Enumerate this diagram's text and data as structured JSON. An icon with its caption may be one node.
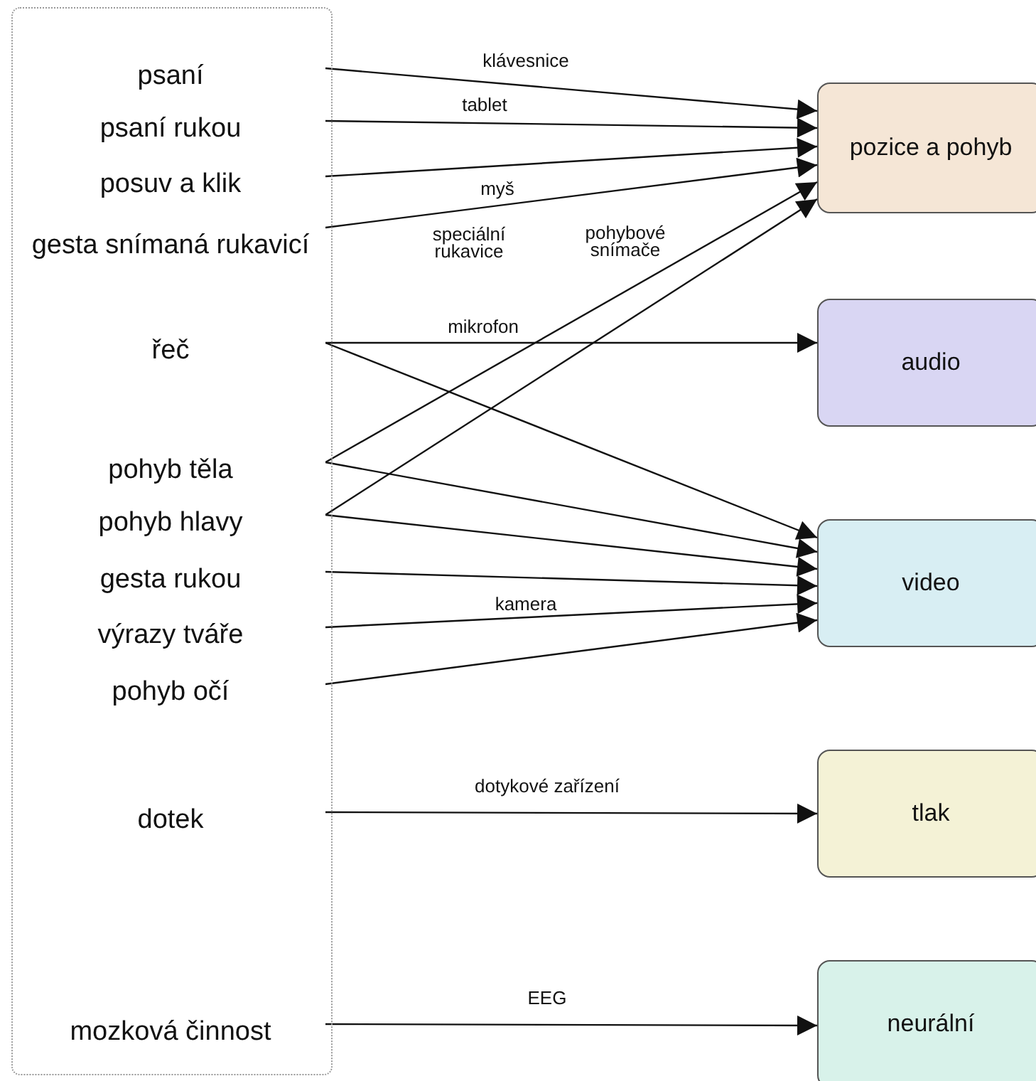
{
  "diagram": {
    "nodes": [
      {
        "text": [],
        "shape": "box"
      },
      {
        "text": [
          "psaní"
        ],
        "in": 0
      },
      {
        "text": [
          "psaní rukou"
        ],
        "in": 0
      },
      {
        "text": [
          "posuv a klik"
        ],
        "in": 0
      },
      {
        "text": [
          "gesta snímaná rukavicí"
        ],
        "in": 0
      },
      {
        "text": [
          "řeč"
        ],
        "in": 0
      },
      {
        "text": [
          "pohyb těla"
        ],
        "in": 0
      },
      {
        "text": [
          "pohyb hlavy"
        ],
        "in": 0
      },
      {
        "text": [
          "gesta rukou"
        ],
        "in": 0
      },
      {
        "text": [
          "výrazy tváře"
        ],
        "in": 0
      },
      {
        "text": [
          "pohyb očí"
        ],
        "in": 0
      },
      {
        "text": [
          "dotek"
        ],
        "in": 0
      },
      {
        "text": [
          "mozková činnost"
        ],
        "in": 0
      },
      {
        "text": [
          "pozice a pohyb"
        ]
      },
      {
        "text": [
          "audio"
        ]
      },
      {
        "text": [
          "video"
        ]
      },
      {
        "text": [
          "tlak"
        ]
      },
      {
        "text": [
          "neurální"
        ]
      }
    ],
    "edges": [
      {
        "from": 1,
        "to": 13,
        "arrow": "to",
        "label": "klávesnice"
      },
      {
        "from": 2,
        "to": 13,
        "arrow": "to",
        "label": "tablet"
      },
      {
        "from": 3,
        "to": 13,
        "arrow": "to",
        "label": "myš"
      },
      {
        "from": 4,
        "to": 13,
        "arrow": "to",
        "label": "speciální rukavice"
      },
      {
        "from": 6,
        "to": 13,
        "arrow": "to",
        "label": "pohybové snímače"
      },
      {
        "from": 7,
        "to": 13,
        "arrow": "to"
      },
      {
        "from": 5,
        "to": 14,
        "arrow": "to",
        "label": "mikrofon"
      },
      {
        "from": 5,
        "to": 15,
        "arrow": "to"
      },
      {
        "from": 6,
        "to": 15,
        "arrow": "to"
      },
      {
        "from": 7,
        "to": 15,
        "arrow": "to"
      },
      {
        "from": 8,
        "to": 15,
        "arrow": "to"
      },
      {
        "from": 9,
        "to": 15,
        "arrow": "to",
        "label": "kamera"
      },
      {
        "from": 10,
        "to": 15,
        "arrow": "to"
      },
      {
        "from": 11,
        "to": 16,
        "arrow": "to",
        "label": "dotykové zařízení"
      },
      {
        "from": 12,
        "to": 17,
        "arrow": "to",
        "label": "EEG"
      }
    ]
  }
}
